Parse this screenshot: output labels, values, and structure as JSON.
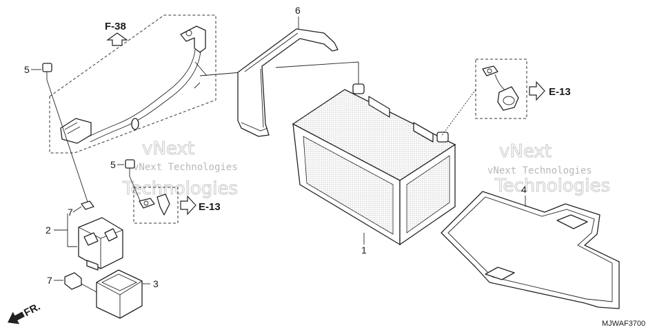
{
  "diagram": {
    "drawing_code": "MJWAF3700",
    "direction_label": "FR.",
    "references": {
      "f38": "F-38",
      "e13_right": "E-13",
      "e13_left": "E-13"
    },
    "callouts": {
      "c1": "1",
      "c2": "2",
      "c3": "3",
      "c4": "4",
      "c5a": "5",
      "c5b": "5",
      "c6": "6",
      "c7a": "7",
      "c7b": "7"
    },
    "watermarks": {
      "left_small": "vNext Technologies",
      "left_outline": "vNext",
      "left_outline_2": "Technologies",
      "right_small": "vNext Technologies",
      "right_outline": "vNext",
      "right_outline_2": "Technologies"
    }
  }
}
